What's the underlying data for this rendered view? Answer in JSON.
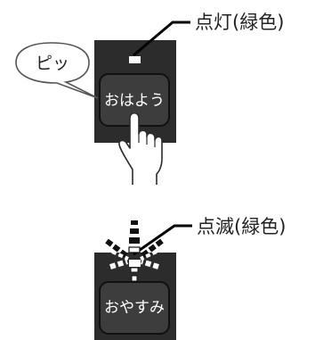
{
  "panels": [
    {
      "label": "点灯(緑色)",
      "button_label": "おはよう",
      "sound_text": "ピッ",
      "led_state": "on"
    },
    {
      "label": "点滅(緑色)",
      "button_label": "おやすみ",
      "led_state": "blinking"
    }
  ],
  "colors": {
    "device_body": "#2c2c2c",
    "button_face": "#3d3d3d",
    "led": "#ffffff",
    "line": "#000000",
    "bubble_fill": "#ffffff"
  },
  "icons": [
    "hand-pointer-icon",
    "led-lamp-icon",
    "blink-rays-icon"
  ]
}
